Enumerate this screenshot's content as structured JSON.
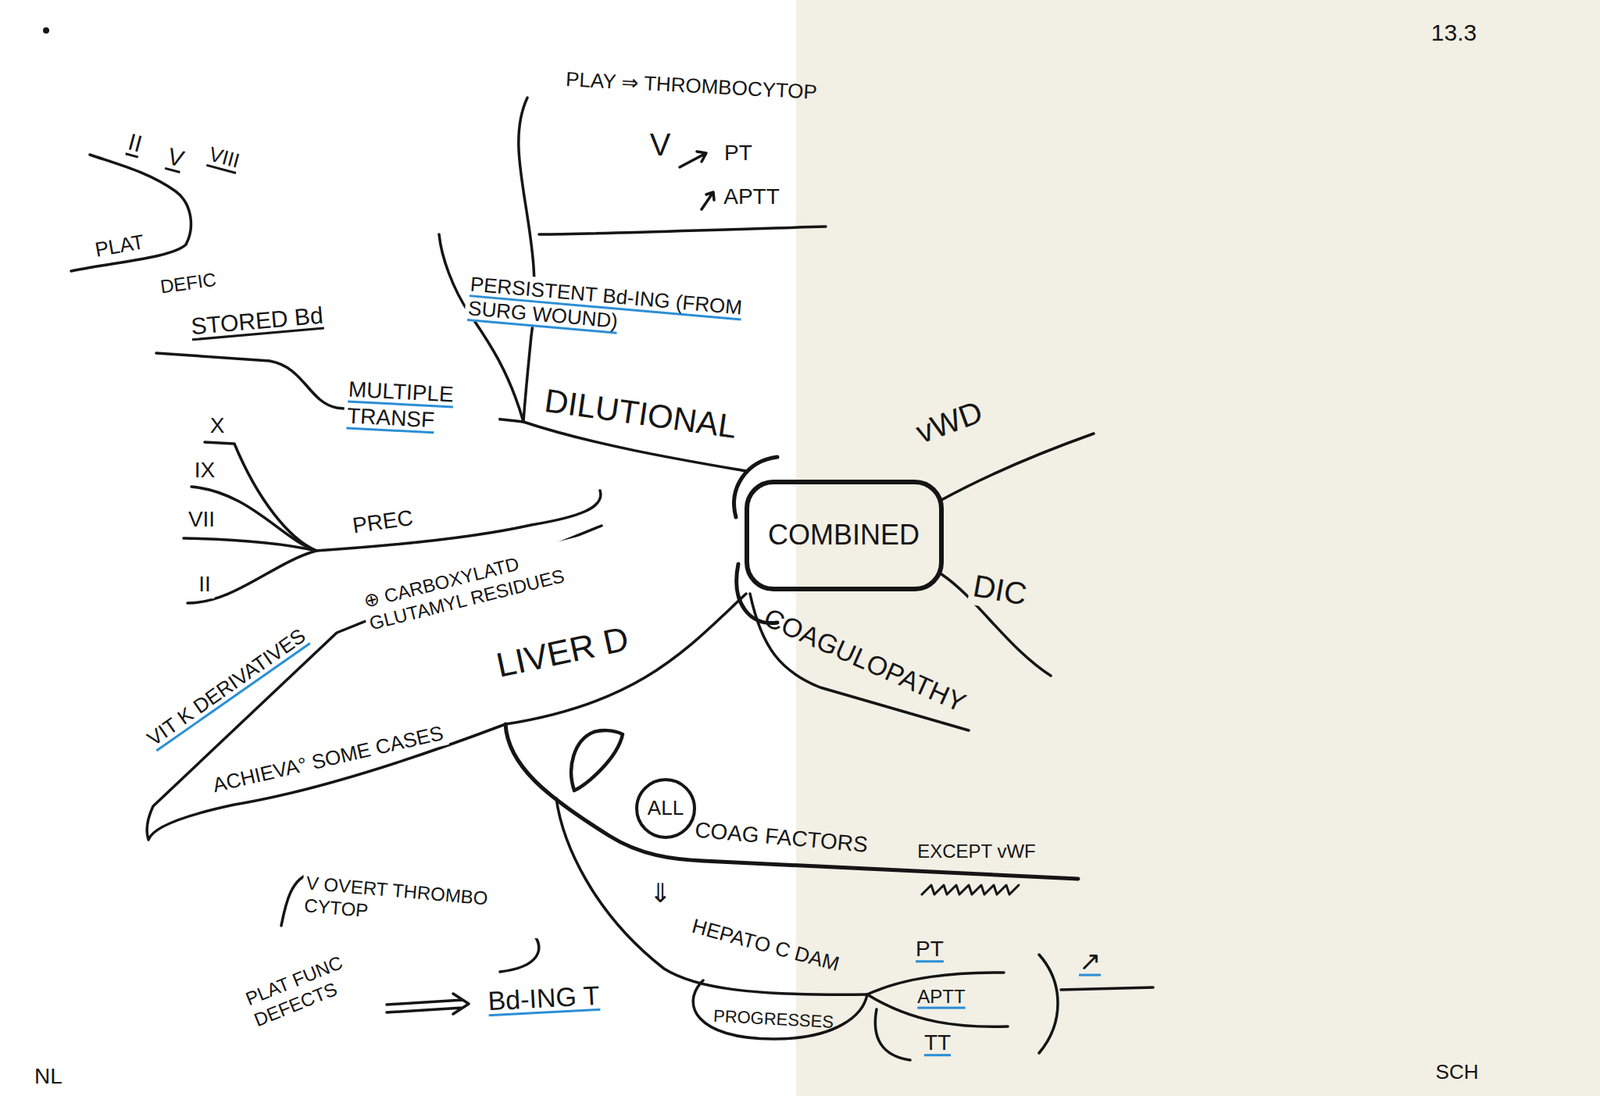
{
  "diagram": {
    "nodes": [
      {
        "text": [
          "COMBINED"
        ]
      },
      {
        "text": [
          "ALL"
        ]
      }
    ],
    "labels": [
      "13.3",
      "PLAY ⇒ THROMBOCYTOP",
      "V",
      "PT",
      "APTT",
      "II",
      "V",
      "VIII",
      "PLAT",
      "DEFIC",
      "STORED Bd",
      "MULTIPLE TRANSF",
      "PERSISTENT Bd-ING (FROM SURG WOUND)",
      "DILUTIONAL",
      "X",
      "IX",
      "VII",
      "II",
      "PREC",
      "⊕ CARBOXYLATD GLUTAMYL RESIDUES",
      "VIT K DERIVATIVES",
      "ACHIEVA° SOME CASES",
      "LIVER D",
      "vWD",
      "DIC",
      "COAGULOPATHY",
      "COAG FACTORS",
      "EXCEPT vWF",
      "⇓",
      "HEPATO C DAM",
      "PROGRESSES",
      "PT",
      "APTT",
      "TT",
      "↗",
      "V OVERT THROMBO CYTOP",
      "PLAT FUNC DEFECTS",
      "Bd-ING T",
      "NL",
      "SCH"
    ]
  }
}
